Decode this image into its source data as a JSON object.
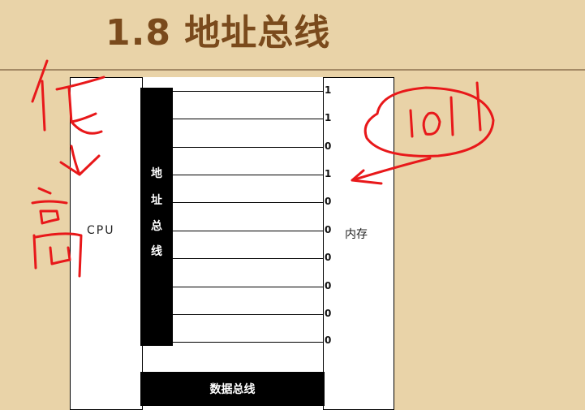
{
  "slide": {
    "title": "1.8 地址总线"
  },
  "diagram": {
    "cpu_label": "CPU",
    "memory_label": "内存",
    "address_bus_chars": [
      "地",
      "址",
      "总",
      "线"
    ],
    "data_bus_label": "数据总线",
    "bits": [
      "1",
      "1",
      "0",
      "1",
      "0",
      "0",
      "0",
      "0",
      "0",
      "0"
    ]
  },
  "annotations": {
    "color": "#e8181a",
    "handwritten_low": "低",
    "handwritten_high": "高",
    "handwritten_value": "1011"
  }
}
